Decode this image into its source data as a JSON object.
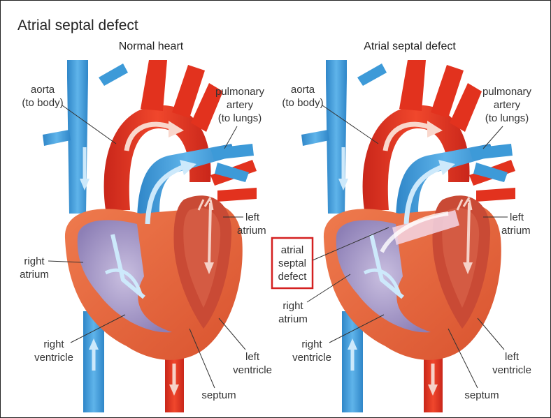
{
  "title": "Atrial septal defect",
  "panels": [
    {
      "title": "Normal heart",
      "labels": {
        "aorta": [
          "aorta",
          "(to body)"
        ],
        "pulmonary": [
          "pulmonary",
          "artery",
          "(to lungs)"
        ],
        "left_atrium": [
          "left",
          "atrium"
        ],
        "right_atrium": [
          "right",
          "atrium"
        ],
        "right_ventricle": [
          "right",
          "ventricle"
        ],
        "left_ventricle": [
          "left",
          "ventricle"
        ],
        "septum": [
          "septum"
        ]
      }
    },
    {
      "title": "Atrial septal defect",
      "labels": {
        "aorta": [
          "aorta",
          "(to body)"
        ],
        "pulmonary": [
          "pulmonary",
          "artery",
          "(to lungs)"
        ],
        "left_atrium": [
          "left",
          "atrium"
        ],
        "defect": [
          "atrial",
          "septal",
          "defect"
        ],
        "right_atrium": [
          "right",
          "atrium"
        ],
        "right_ventricle": [
          "right",
          "ventricle"
        ],
        "left_ventricle": [
          "left",
          "ventricle"
        ],
        "septum": [
          "septum"
        ]
      }
    }
  ],
  "colors": {
    "vein_blue": "#3d9ad8",
    "artery_red": "#e2321e",
    "heart_wall": "#e8683f",
    "chamber_purple": "#a99bc9",
    "chamber_red": "#c94a35",
    "highlight_box": "#d42020"
  }
}
